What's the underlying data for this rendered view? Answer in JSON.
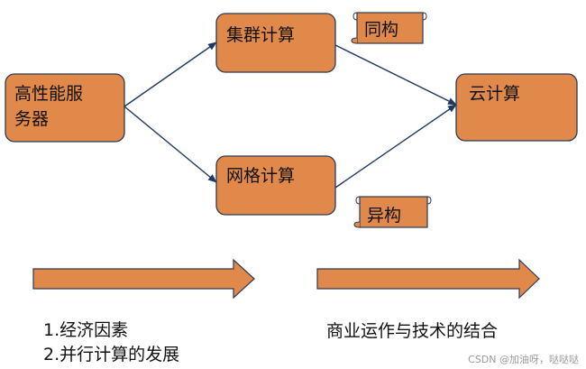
{
  "colors": {
    "box_fill": "#E0894A",
    "box_stroke": "#2B3B55",
    "connector": "#1F3864",
    "big_arrow_fill": "#E0894A"
  },
  "nodes": {
    "hpc_line1": "高性能服",
    "hpc_line2": "务器",
    "cluster": "集群计算",
    "grid": "网格计算",
    "cloud": "云计算"
  },
  "scrolls": {
    "homogeneous": "同构",
    "heterogeneous": "异构"
  },
  "captions": {
    "left_line1": "1.经济因素",
    "left_line2": "2.并行计算的发展",
    "right": "商业运作与技术的结合"
  },
  "watermark": "CSDN @加油呀，哒哒哒"
}
